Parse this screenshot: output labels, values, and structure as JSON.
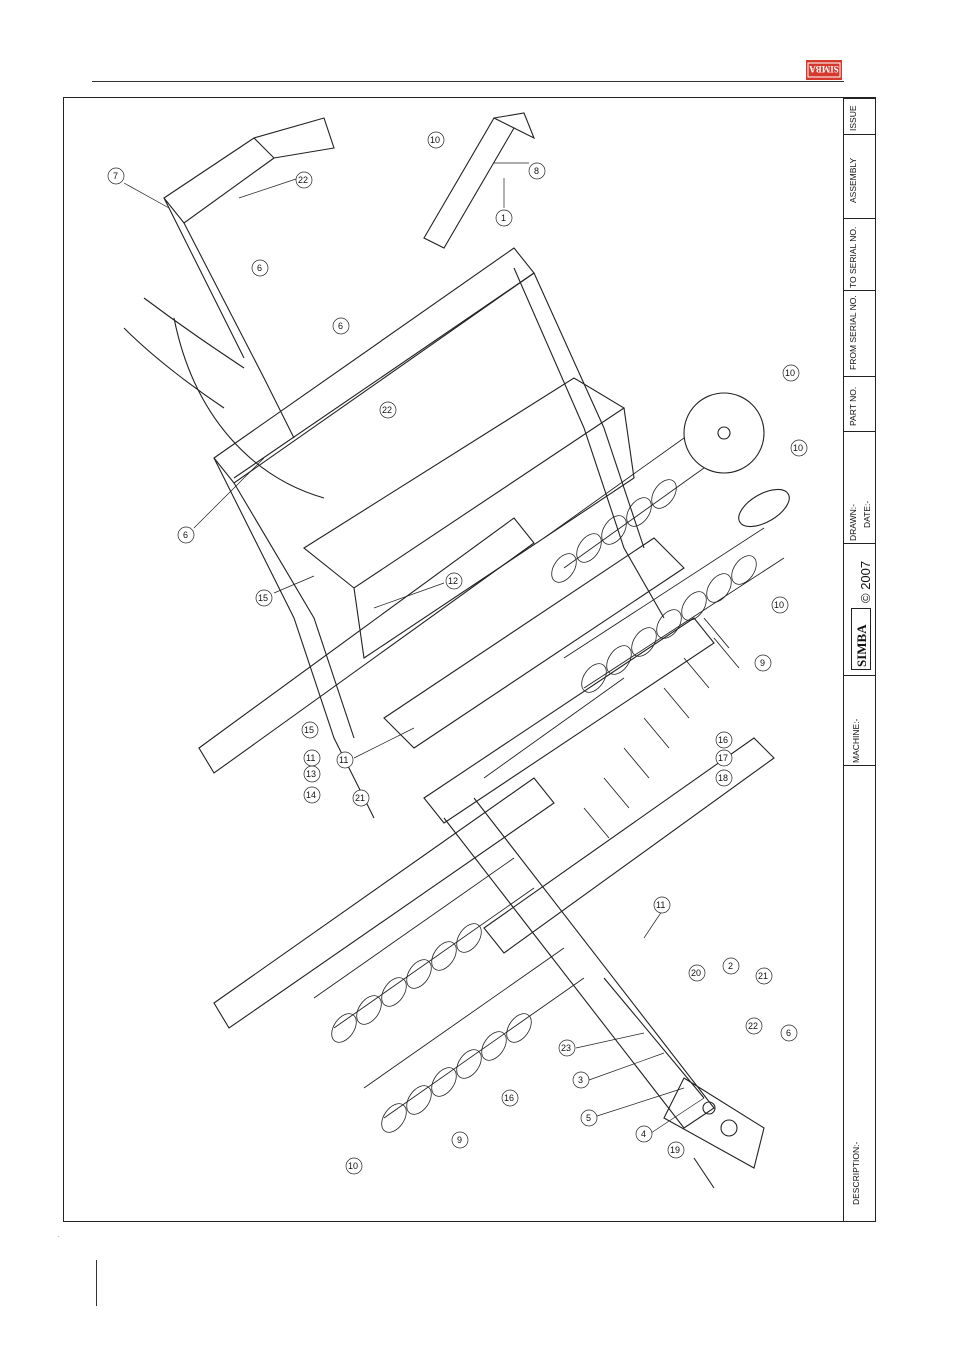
{
  "logo": {
    "text": "SIMBA",
    "color": "#d6382c"
  },
  "title_block": {
    "description_label": "DESCRIPTION:-",
    "machine_label": "MACHINE:-",
    "brand": "SIMBA",
    "copyright": "© 2007",
    "drawn_label": "DRAWN:-",
    "date_label": "DATE:-",
    "part_no_label": "PART NO.",
    "from_serial_label": "FROM SERIAL NO.",
    "to_serial_label": "TO SERIAL NO.",
    "assembly_label": "ASSEMBLY",
    "issue_label": "ISSUE"
  },
  "callouts": [
    "1",
    "2",
    "3",
    "4",
    "5",
    "6",
    "6",
    "6",
    "6",
    "7",
    "8",
    "9",
    "9",
    "10",
    "10",
    "10",
    "10",
    "10",
    "11",
    "11",
    "11",
    "12",
    "13",
    "14",
    "15",
    "15",
    "16",
    "16",
    "17",
    "18",
    "19",
    "20",
    "21",
    "21",
    "22",
    "22",
    "22",
    "23"
  ],
  "footer": {
    "mark": "."
  }
}
